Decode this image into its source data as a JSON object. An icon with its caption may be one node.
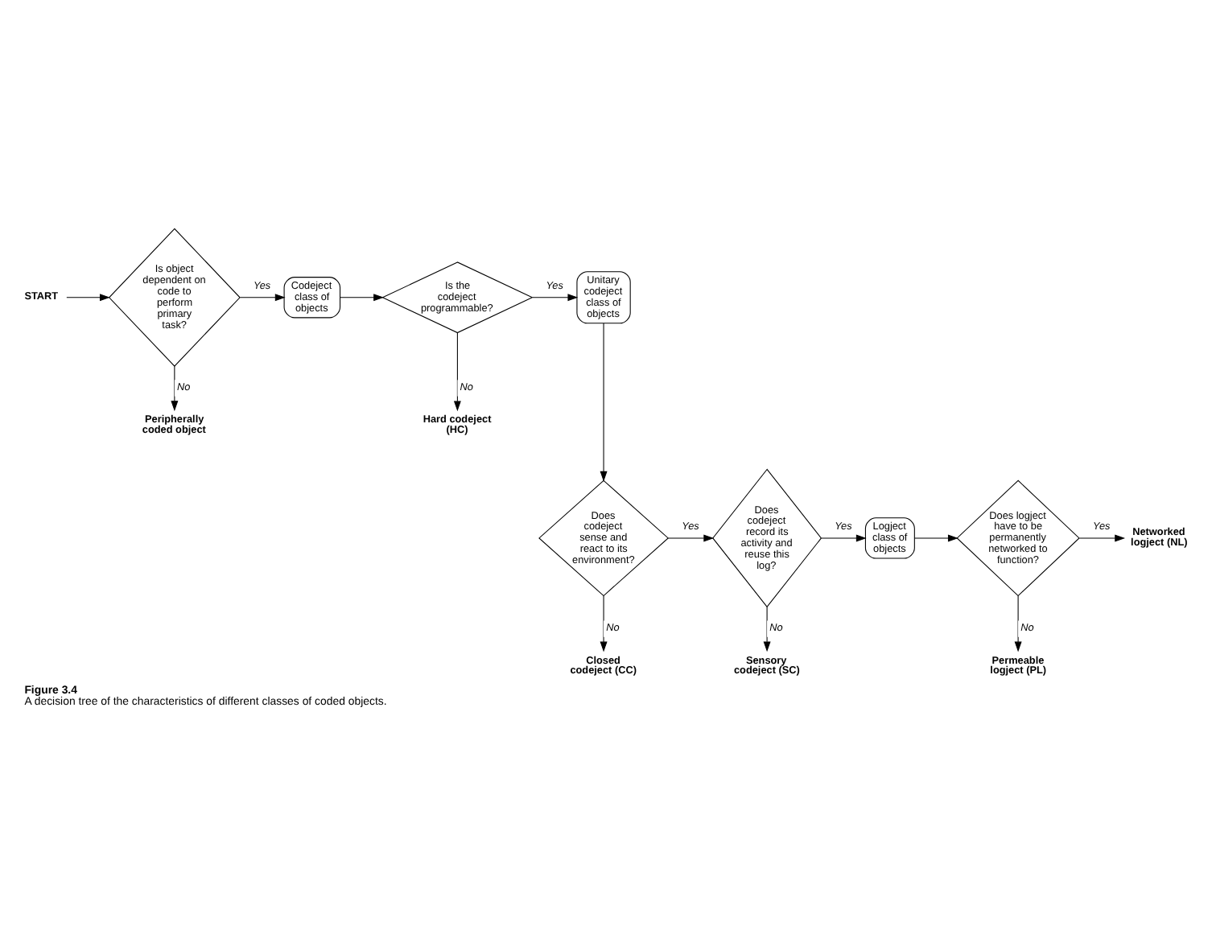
{
  "diagram": {
    "title": "Figure 3.4",
    "caption": "A decision tree of the characteristics of different classes of coded objects.",
    "nodes": [
      {
        "text": [
          "START"
        ]
      },
      {
        "text": [
          "Is object dependent on code to perform primary task?"
        ]
      },
      {
        "text": [
          "Codeject class of objects"
        ]
      },
      {
        "text": [
          "Is the codeject programmable?"
        ]
      },
      {
        "text": [
          "Unitary codeject class of objects"
        ]
      },
      {
        "text": [
          "Peripherally coded object"
        ]
      },
      {
        "text": [
          "Hard codeject (HC)"
        ]
      },
      {
        "text": [
          "Does codeject sense and react to its environment?"
        ]
      },
      {
        "text": [
          "Closed codeject (CC)"
        ]
      },
      {
        "text": [
          "Does codeject record its activity and reuse this log?"
        ]
      },
      {
        "text": [
          "Sensory codeject (SC)"
        ]
      },
      {
        "text": [
          "Logject class of objects"
        ]
      },
      {
        "text": [
          "Does logject have to be permanently networked to function?"
        ]
      },
      {
        "text": [
          "Permeable logject (PL)"
        ]
      },
      {
        "text": [
          "Networked logject (NL)"
        ]
      }
    ],
    "edges": [
      {
        "from": 0,
        "to": 1,
        "arrow": "to"
      },
      {
        "from": 1,
        "to": 2,
        "arrow": "to",
        "label": "Yes"
      },
      {
        "from": 1,
        "to": 5,
        "arrow": "to",
        "label": "No"
      },
      {
        "from": 2,
        "to": 3,
        "arrow": "to"
      },
      {
        "from": 3,
        "to": 4,
        "arrow": "to",
        "label": "Yes"
      },
      {
        "from": 3,
        "to": 6,
        "arrow": "to",
        "label": "No"
      },
      {
        "from": 4,
        "to": 7,
        "arrow": "to"
      },
      {
        "from": 7,
        "to": 9,
        "arrow": "to",
        "label": "Yes"
      },
      {
        "from": 7,
        "to": 8,
        "arrow": "to",
        "label": "No"
      },
      {
        "from": 9,
        "to": 11,
        "arrow": "to",
        "label": "Yes"
      },
      {
        "from": 9,
        "to": 10,
        "arrow": "to",
        "label": "No"
      },
      {
        "from": 11,
        "to": 12,
        "arrow": "to"
      },
      {
        "from": 12,
        "to": 14,
        "arrow": "to",
        "label": "Yes"
      },
      {
        "from": 12,
        "to": 13,
        "arrow": "to",
        "label": "No"
      }
    ]
  }
}
